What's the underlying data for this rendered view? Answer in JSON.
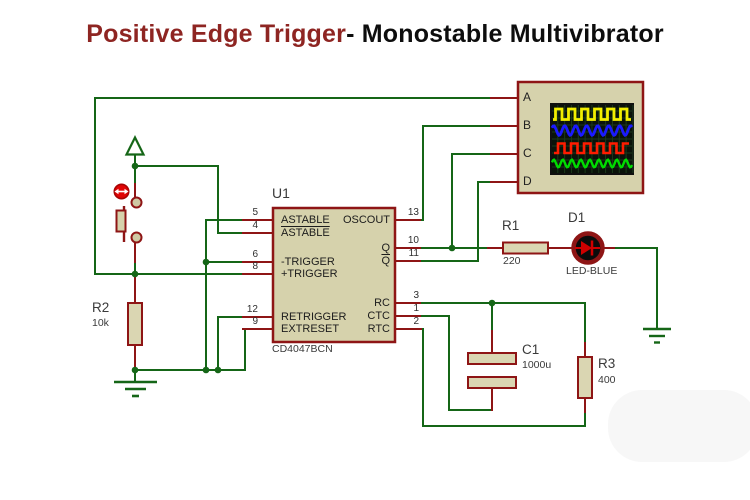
{
  "title": {
    "red_part": "Positive Edge Trigger",
    "black_part": "- Monostable Multivibrator"
  },
  "ic_u1": {
    "ref": "U1",
    "part_number": "CD4047BCN",
    "left_pins": [
      {
        "num": "5",
        "label": "ASTABLE"
      },
      {
        "num": "4",
        "label": "ASTABLE",
        "overline": true
      },
      {
        "num": "6",
        "label": "-TRIGGER"
      },
      {
        "num": "8",
        "label": "+TRIGGER"
      },
      {
        "num": "12",
        "label": "RETRIGGER"
      },
      {
        "num": "9",
        "label": "EXTRESET"
      }
    ],
    "right_pins": [
      {
        "num": "13",
        "label": "OSCOUT"
      },
      {
        "num": "10",
        "label": "Q"
      },
      {
        "num": "11",
        "label": "Q",
        "overline": true
      },
      {
        "num": "3",
        "label": "RC"
      },
      {
        "num": "1",
        "label": "CTC"
      },
      {
        "num": "2",
        "label": "RTC"
      }
    ]
  },
  "resistors": {
    "r1": {
      "ref": "R1",
      "value": "220"
    },
    "r2": {
      "ref": "R2",
      "value": "10k"
    },
    "r3": {
      "ref": "R3",
      "value": "400"
    }
  },
  "capacitor": {
    "ref": "C1",
    "value": "1000u"
  },
  "led": {
    "ref": "D1",
    "value": "LED-BLUE"
  },
  "oscilloscope": {
    "inputs": [
      "A",
      "B",
      "C",
      "D"
    ],
    "traces": [
      {
        "channel": "A",
        "shape": "square",
        "color": "#f2ee00"
      },
      {
        "channel": "B",
        "shape": "sine",
        "color": "#1a1aff"
      },
      {
        "channel": "C",
        "shape": "square",
        "color": "#ff1c00"
      },
      {
        "channel": "D",
        "shape": "sine",
        "color": "#00dc00"
      }
    ]
  },
  "colors": {
    "wire_green": "#156617",
    "component_red": "#8e1515",
    "component_fill": "#d6d2ac",
    "title_accent": "#8e2522",
    "screen_bg": "#0a130a"
  }
}
